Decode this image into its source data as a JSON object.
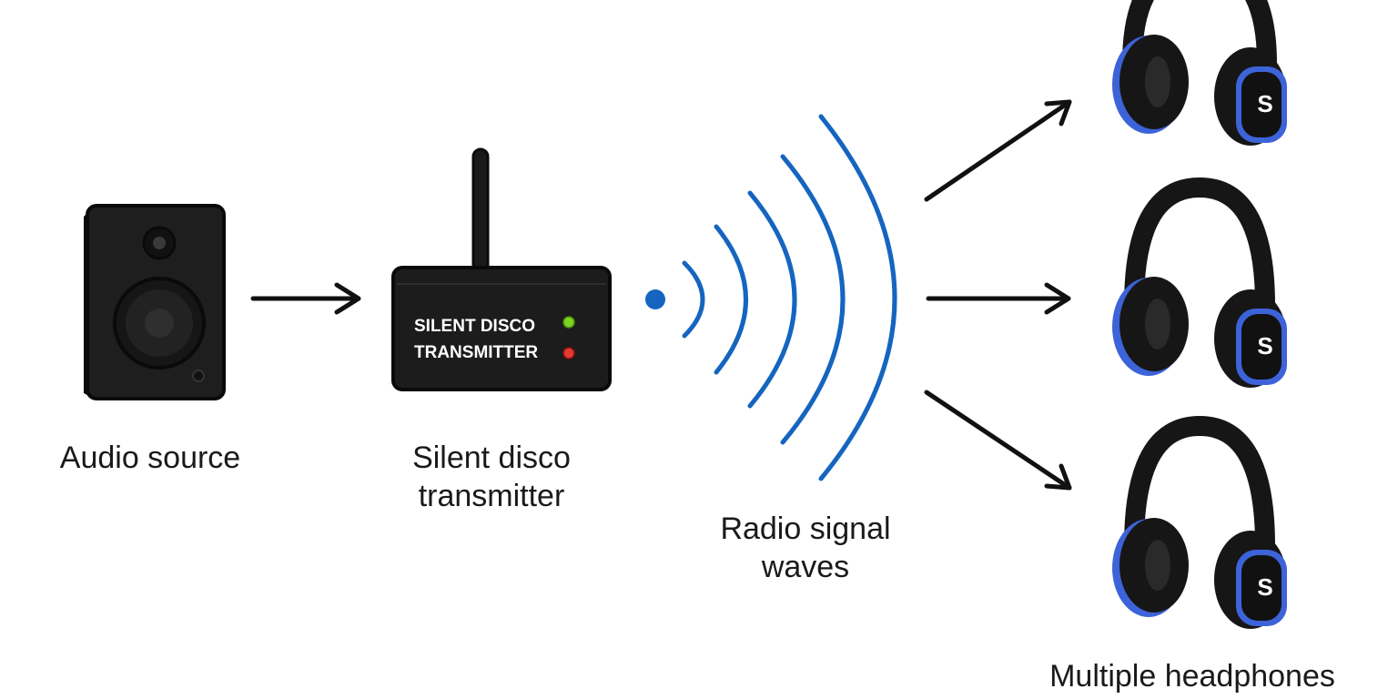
{
  "labels": {
    "audio_source": "Audio source",
    "transmitter_line1": "Silent disco",
    "transmitter_line2": "transmitter",
    "radio_line1": "Radio signal",
    "radio_line2": "waves",
    "headphones": "Multiple headphones"
  },
  "transmitter_device": {
    "text_line1": "SILENT DISCO",
    "text_line2": "TRANSMITTER",
    "led_top_color": "#7ed321",
    "led_bottom_color": "#e53935"
  },
  "headphones": {
    "count": 3,
    "badge_letter": "S",
    "accent_color": "#3d63d8"
  },
  "colors": {
    "wave": "#1565c0",
    "device_body": "#1c1c1c",
    "arrow": "#111111"
  }
}
